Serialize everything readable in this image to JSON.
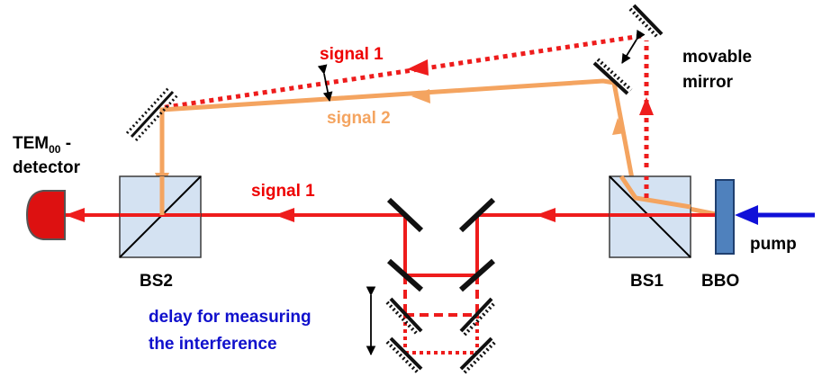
{
  "labels": {
    "signal1_top": "signal 1",
    "signal2": "signal 2",
    "movable_mirror_line1": "movable",
    "movable_mirror_line2": "mirror",
    "tem_main": "TEM",
    "tem_sub": "00",
    "tem_suffix": " -",
    "detector": "detector",
    "signal1_bottom": "signal 1",
    "bs2": "BS2",
    "bs1": "BS1",
    "bbo": "BBO",
    "pump": "pump",
    "delay_line1": "delay for measuring",
    "delay_line2": "the interference"
  },
  "colors": {
    "signal1": "#ee1c1c",
    "signal2": "#f4a460",
    "pump": "#1010d8",
    "signal1_label": "#ee0000",
    "signal2_label": "#f4a460",
    "delay_label": "#1010cc",
    "beam_splitter_fill": "#d4e2f2",
    "bbo_fill": "#4f81bd",
    "detector_fill": "#dd1111"
  },
  "icons": {
    "detector": "half-dome-detector-icon",
    "mirror": "hatched-mirror-icon",
    "beam_splitter": "cube-beam-splitter-icon",
    "crystal": "crystal-slab-icon"
  }
}
